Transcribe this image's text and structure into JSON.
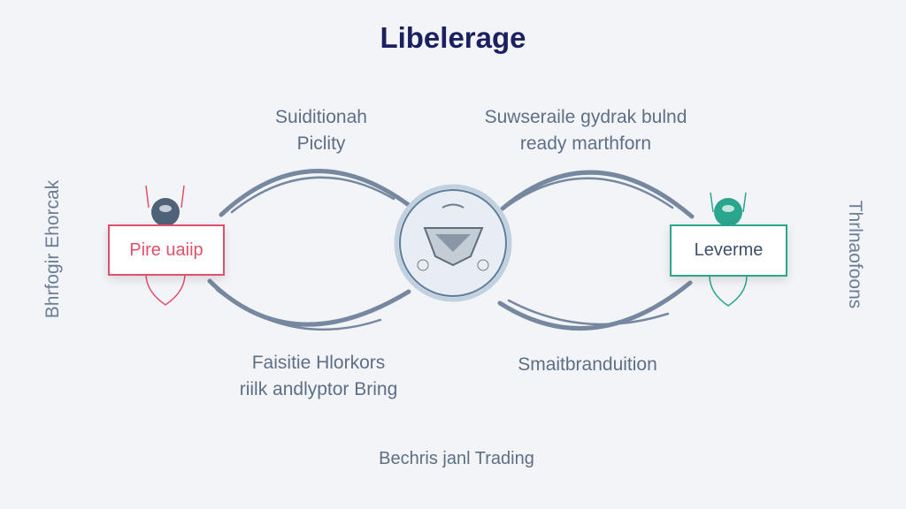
{
  "title": "Libelerage",
  "top_left_label": [
    "Suiditionah",
    "Piclity"
  ],
  "top_right_label": [
    "Suwseraile gydrak bulnd",
    "ready marthforn"
  ],
  "bottom_left_label": [
    "Faisitie Hlorkors",
    "riilk andlyptor Bring"
  ],
  "bottom_right_label": "Smaitbranduition",
  "footer": "Bechris janl Trading",
  "left_box": "Pire uaiip",
  "right_box": "Leverme",
  "left_vertical": "Bhrfogir Ehorcak",
  "right_vertical": "Thrlnaofoons",
  "colors": {
    "title": "#1b2160",
    "left_accent": "#e0506a",
    "right_accent": "#2aa58e",
    "arc": "#7688a0"
  }
}
